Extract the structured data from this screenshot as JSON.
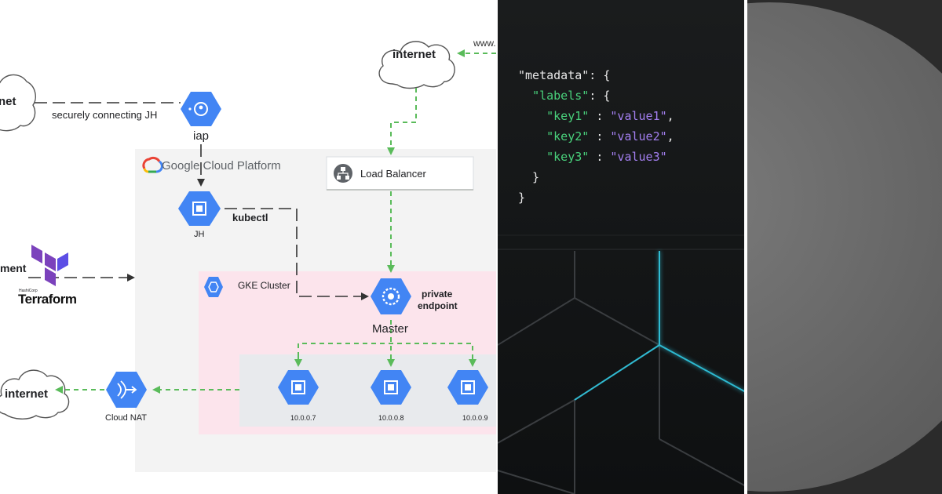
{
  "diagram": {
    "internet_top": "internet",
    "www_label": "www.",
    "internet_left": "net",
    "iap_connect_label": "securely connecting JH",
    "iap_label": "iap",
    "gcp_label": "Google Cloud Platform",
    "load_balancer_label": "Load Balancer",
    "jh_label": "JH",
    "kubectl_label": "kubectl",
    "deploy_label": "ment",
    "terraform_small": "HashiCorp",
    "terraform_label": "Terraform",
    "gke_label": "GKE Cluster",
    "private_endpoint_line1": "private",
    "private_endpoint_line2": "endpoint",
    "master_label": "Master",
    "internet_bottom": "internet",
    "cloud_nat_label": "Cloud NAT",
    "nodes": [
      "10.0.0.7",
      "10.0.0.8",
      "10.0.0.9"
    ],
    "colors": {
      "gcp_blue": "#4285f4",
      "arrow_green": "#5abb5a",
      "gke_pink": "#fce4ec",
      "terraform_purple": "#7b42bc"
    }
  },
  "code": {
    "lines": [
      [
        {
          "t": "\"metadata\": {",
          "c": "w"
        }
      ],
      [
        {
          "t": "  ",
          "c": "w"
        },
        {
          "t": "\"labels\"",
          "c": "g"
        },
        {
          "t": ": {",
          "c": "w"
        }
      ],
      [
        {
          "t": "    ",
          "c": "w"
        },
        {
          "t": "\"key1\"",
          "c": "g"
        },
        {
          "t": " : ",
          "c": "w"
        },
        {
          "t": "\"value1\"",
          "c": "p"
        },
        {
          "t": ",",
          "c": "w"
        }
      ],
      [
        {
          "t": "    ",
          "c": "w"
        },
        {
          "t": "\"key2\"",
          "c": "g"
        },
        {
          "t": " : ",
          "c": "w"
        },
        {
          "t": "\"value2\"",
          "c": "p"
        },
        {
          "t": ",",
          "c": "w"
        }
      ],
      [
        {
          "t": "    ",
          "c": "w"
        },
        {
          "t": "\"key3\"",
          "c": "g"
        },
        {
          "t": " : ",
          "c": "w"
        },
        {
          "t": "\"value3\"",
          "c": "p"
        }
      ],
      [
        {
          "t": "  }",
          "c": "w"
        }
      ],
      [
        {
          "t": "}",
          "c": "w"
        }
      ]
    ],
    "colors": {
      "bg": "#141617",
      "key": "#49d27c",
      "value": "#a37ff0",
      "hex_glow": "#2fc0d8"
    }
  }
}
